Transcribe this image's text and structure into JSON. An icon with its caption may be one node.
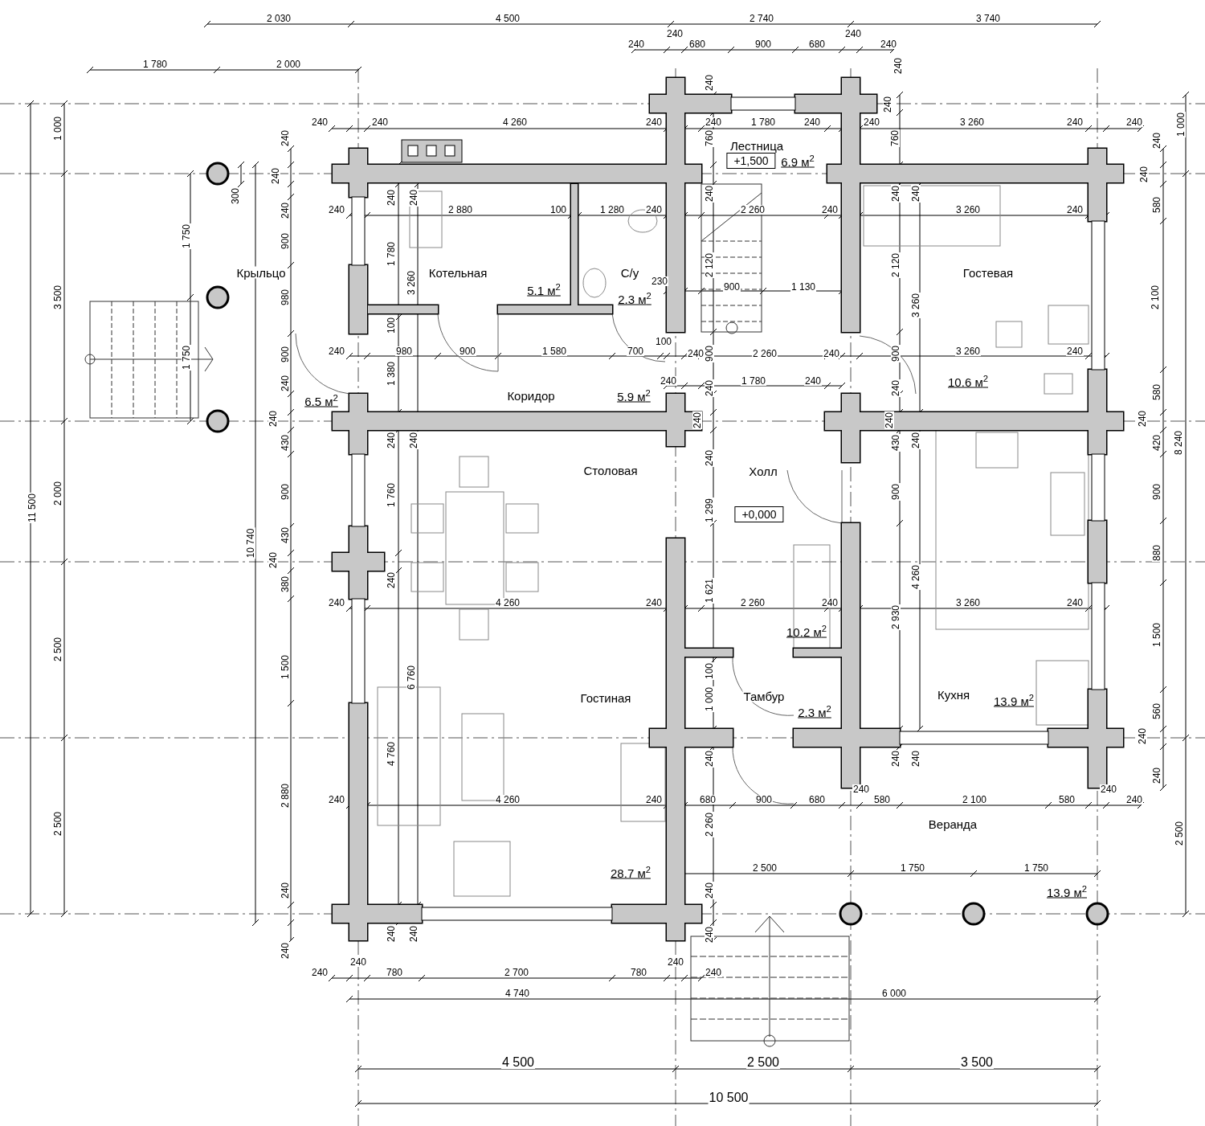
{
  "diagram": {
    "nodes": [
      {
        "text": [
          "Лестница"
        ]
      },
      {
        "text": [
          "+1,500"
        ]
      },
      {
        "text": [
          "Крыльцо"
        ]
      },
      {
        "text": [
          "Котельная"
        ]
      },
      {
        "text": [
          "С/у"
        ]
      },
      {
        "text": [
          "Гостевая"
        ]
      },
      {
        "text": [
          "Коридор"
        ]
      },
      {
        "text": [
          "Столовая"
        ]
      },
      {
        "text": [
          "Холл"
        ]
      },
      {
        "text": [
          "+0,000"
        ]
      },
      {
        "text": [
          "Гостиная"
        ]
      },
      {
        "text": [
          "Тамбур"
        ]
      },
      {
        "text": [
          "Кухня"
        ]
      },
      {
        "text": [
          "Веранда"
        ]
      }
    ],
    "labels": [
      "2 030",
      "4 500",
      "2 740",
      "3 740",
      "240",
      "240",
      "240",
      "680",
      "900",
      "680",
      "240",
      "1 780",
      "2 000",
      "240",
      "240",
      "240",
      "1 000",
      "240",
      "240",
      "4 260",
      "240",
      "240",
      "1 780",
      "240",
      "240",
      "3 260",
      "240",
      "240",
      "1 000",
      "240",
      "760",
      "760",
      "240",
      "6.9 м$^{2}$",
      "240",
      "240",
      "300",
      "240",
      "240",
      "240",
      "240",
      "240",
      "240",
      "240",
      "2 880",
      "100",
      "1 280",
      "240",
      "2 260",
      "240",
      "3 260",
      "240",
      "580",
      "1 750",
      "900",
      "1 780",
      "2 120",
      "2 120",
      "3 500",
      "980",
      "3 260",
      "5.1 м$^{2}$",
      "2.3 м$^{2}$",
      "230",
      "900",
      "1 130",
      "3 260",
      "2 100",
      "100",
      "100",
      "1 750",
      "900",
      "240",
      "980",
      "900",
      "1 580",
      "700",
      "240",
      "900",
      "2 260",
      "240",
      "900",
      "3 260",
      "240",
      "1 380",
      "240",
      "240",
      "1 780",
      "240",
      "10.6 м$^{2}$",
      "6.5 м$^{2}$",
      "5.9 м$^{2}$",
      "240",
      "240",
      "580",
      "240",
      "240",
      "240",
      "240",
      "430",
      "240",
      "240",
      "430",
      "240",
      "420",
      "8 240",
      "240",
      "2 000",
      "900",
      "1 760",
      "900",
      "900",
      "11 500",
      "1 299",
      "430",
      "10 740",
      "880",
      "240",
      "380",
      "240",
      "4 260",
      "1 621",
      "240",
      "4 260",
      "240",
      "2 260",
      "240",
      "3 260",
      "240",
      "2 930",
      "10.2 м$^{2}$",
      "1 500",
      "2 500",
      "1 500",
      "6 760",
      "100",
      "1 000",
      "2.3 м$^{2}$",
      "13.9 м$^{2}$",
      "560",
      "240",
      "4 760",
      "240",
      "240",
      "240",
      "240",
      "2 880",
      "240",
      "4 260",
      "240",
      "680",
      "900",
      "680",
      "240",
      "580",
      "2 100",
      "580",
      "240",
      "240",
      "2 500",
      "2 260",
      "2 500",
      "28.7 м$^{2}$",
      "2 500",
      "1 750",
      "1 750",
      "240",
      "240",
      "13.9 м$^{2}$",
      "240",
      "240",
      "240",
      "240",
      "240",
      "240",
      "240",
      "780",
      "2 700",
      "780",
      "240",
      "4 740",
      "6 000",
      "4 500",
      "2 500",
      "3 500",
      "10 500"
    ]
  }
}
